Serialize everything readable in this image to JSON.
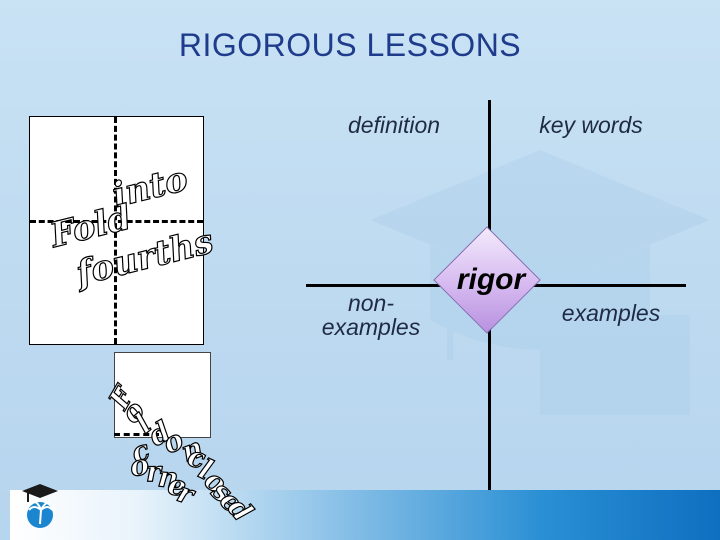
{
  "slide": {
    "title": "RIGOROUS LESSONS",
    "colors": {
      "title": "#1f3c8c",
      "background": "#c9e2f4",
      "diamond": "#d6b9f0",
      "strip": "#0e6fc0"
    }
  },
  "fold_graphic": {
    "wordart_lines": [
      "Fold",
      "into",
      "fourths"
    ]
  },
  "corner_graphic": {
    "arc_text": "Fold on closed corner"
  },
  "frayer": {
    "definition": "definition",
    "key_words": "key words",
    "non_examples_1": "non-",
    "non_examples_2": "examples",
    "examples": "examples",
    "center": "rigor"
  },
  "icons": [
    "graduation-cap-icon",
    "palm-logo-icon"
  ]
}
